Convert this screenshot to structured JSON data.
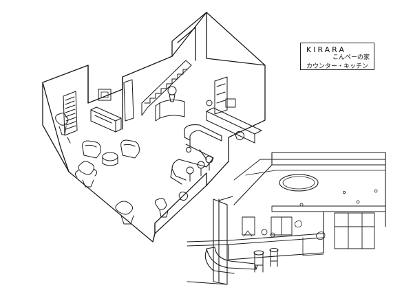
{
  "sheet": {
    "label": {
      "title": "KIRARA",
      "line1": "こんぺーの家",
      "line2": "カウンター・キッチン"
    }
  }
}
